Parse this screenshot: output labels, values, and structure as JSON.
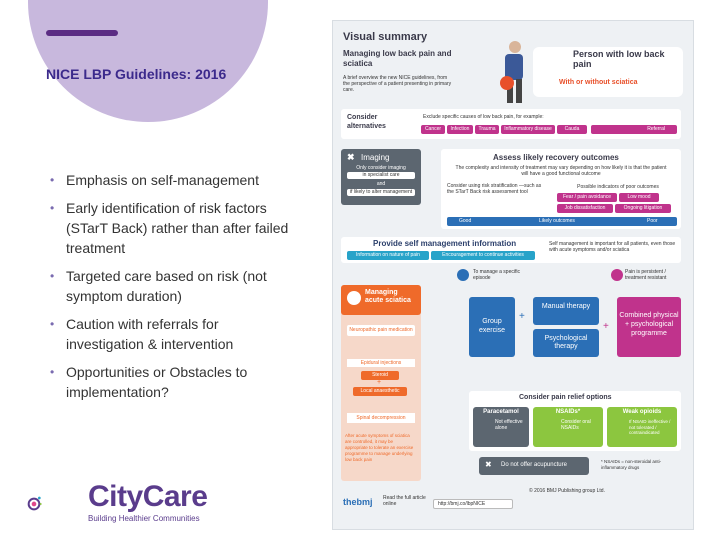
{
  "slide": {
    "title": "NICE LBP Guidelines: 2016",
    "bullets": [
      "Emphasis on self-management",
      "Early identification of risk factors (STarT Back) rather than after failed treatment",
      "Targeted care based on risk (not symptom duration)",
      "Caution with referrals for investigation & intervention",
      "Opportunities or Obstacles to implementation?"
    ]
  },
  "logo": {
    "name_a": "City",
    "name_b": "Care",
    "tagline": "Building Healthier Communities"
  },
  "infographic": {
    "header": "Visual summary",
    "subheader": "Managing low back pain and sciatica",
    "intro": "A brief overview the new NICE guidelines, from the perspective of a patient presenting in primary care.",
    "person_title": "Person with low back pain",
    "person_sub": "With or without sciatica",
    "consider_alt": "Consider alternatives",
    "exclude": "Exclude specific causes of low back pain, for example:",
    "causes": [
      "Cancer",
      "Infection",
      "Trauma",
      "Inflammatory disease",
      "Cauda equina"
    ],
    "referral": "Referral",
    "imaging": "Imaging",
    "imaging_only": "Only consider imaging",
    "imaging_specialist": "in specialist care",
    "imaging_and": "and",
    "imaging_if": "if likely to alter management",
    "assess": "Assess likely recovery outcomes",
    "assess_desc": "The complexity and intensity of treatment may vary depending on how likely it is that the patient will have a good functional outcome",
    "consider_risk": "Consider using risk stratification —such as the STarT Back risk assessment tool",
    "possible": "Possible indicators of poor outcomes",
    "indicators": [
      "Fear / pain avoidance",
      "Low mood",
      "Job dissatisfaction",
      "Ongoing litigation"
    ],
    "scale_good": "Good",
    "scale_mid": "Likely outcomes",
    "scale_poor": "Poor",
    "self_mgmt": "Provide self management information",
    "self_mgmt_pills": [
      "Information on nature of pain",
      "Encouragement to continue activities"
    ],
    "self_mgmt_note": "Self management is important for all patients, even those with acute symptoms and/or sciatica",
    "to_manage": "To manage a specific episode",
    "pain_persist": "Pain is persistent / treatment resistant",
    "acute": "Managing acute sciatica",
    "neuro": "Neuropathic pain medication",
    "epidural": "Epidural injections",
    "steroid": "Steroid",
    "plus": "+",
    "anaesthetic": "Local anaesthetic",
    "spinal": "Spinal decompression",
    "acute_note": "After acute symptoms of sciatica are controlled, it may be appropriate to tolerate an exercise programme to manage underlying low back pain",
    "group": "Group exercise",
    "manual": "Manual therapy",
    "psych": "Psychological therapy",
    "combined": "Combined physical + psychological programme",
    "relief": "Consider pain relief options",
    "para": "Paracetamol",
    "para_note": "Not effective alone",
    "nsaids": "NSAIDs*",
    "nsaids_note": "Consider oral NSAIDs",
    "opioids": "Weak opioids",
    "opioids_note": "If NSAID ineffective / not tolerated / contraindicated",
    "acupuncture": "Do not offer acupuncture",
    "footnote": "* NSAIDs = non-steroidal anti-inflammatory drugs",
    "bmj": "thebmj",
    "read": "Read the full article online",
    "url": "http://bmj.co/lbpNICE",
    "copyright": "© 2016 BMJ Publishing group Ltd."
  }
}
